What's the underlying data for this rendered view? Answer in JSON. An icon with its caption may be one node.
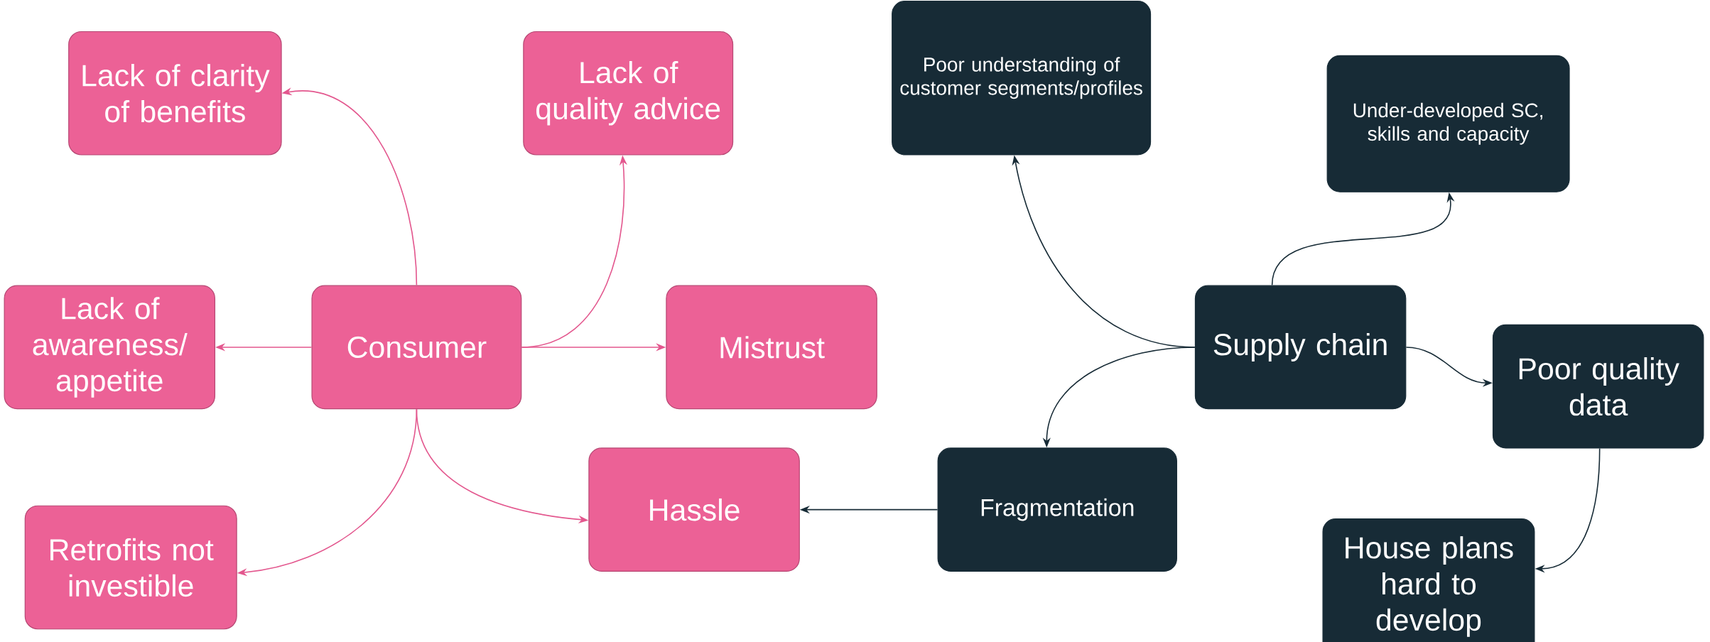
{
  "diagram": {
    "nodes": [
      {
        "text": [
          "Consumer"
        ]
      },
      {
        "text": [
          "Lack of clarity of benefits"
        ]
      },
      {
        "text": [
          "Lack of quality advice"
        ]
      },
      {
        "text": [
          "Lack of awareness/ appetite"
        ]
      },
      {
        "text": [
          "Mistrust"
        ]
      },
      {
        "text": [
          "Retrofits not investible"
        ]
      },
      {
        "text": [
          "Hassle"
        ]
      },
      {
        "text": [
          "Supply chain"
        ]
      },
      {
        "text": [
          "Poor understanding of customer segments/profiles"
        ]
      },
      {
        "text": [
          "Under-developed SC, skills and capacity"
        ]
      },
      {
        "text": [
          "Poor quality data"
        ]
      },
      {
        "text": [
          "Fragmentation"
        ]
      },
      {
        "text": [
          "House plans hard to develop"
        ]
      }
    ],
    "edges": [
      {
        "from": 0,
        "to": 1,
        "arrow": "to"
      },
      {
        "from": 0,
        "to": 2,
        "arrow": "to"
      },
      {
        "from": 0,
        "to": 3,
        "arrow": "to"
      },
      {
        "from": 0,
        "to": 4,
        "arrow": "to"
      },
      {
        "from": 0,
        "to": 5,
        "arrow": "to"
      },
      {
        "from": 0,
        "to": 6,
        "arrow": "to"
      },
      {
        "from": 7,
        "to": 8,
        "arrow": "to",
        "color": "#172b36"
      },
      {
        "from": 7,
        "to": 9,
        "arrow": "to",
        "color": "#172b36"
      },
      {
        "from": 7,
        "to": 10,
        "arrow": "to",
        "color": "#172b36"
      },
      {
        "from": 7,
        "to": 11,
        "arrow": "to",
        "color": "#172b36"
      },
      {
        "from": 11,
        "to": 6,
        "arrow": "to",
        "color": "#172b36"
      },
      {
        "from": 10,
        "to": 12,
        "arrow": "to",
        "color": "#172b36"
      }
    ]
  }
}
